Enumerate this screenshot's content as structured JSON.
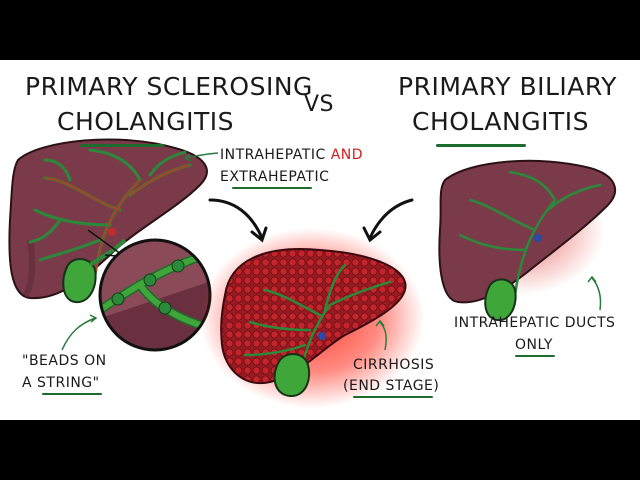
{
  "titles": {
    "left_line1": "PRIMARY SCLEROSING",
    "left_line2": "CHOLANGITIS",
    "vs": "VS",
    "right_line1": "PRIMARY BILIARY",
    "right_line2": "CHOLANGITIS"
  },
  "labels": {
    "intra_prefix": "INTRAHEPATIC ",
    "intra_and": "AND",
    "extrahepatic": "EXTRAHEPATIC",
    "beads_line1": "\"BEADS ON",
    "beads_line2_a": "A ",
    "beads_line2_b": "STRING",
    "beads_line2_c": "\"",
    "cirrhosis_line1": "CIRRHOSIS",
    "cirrhosis_line2_a": "(",
    "cirrhosis_line2_b": "END STAGE",
    "cirrhosis_line2_c": ")",
    "pbc_line1": "INTRAHEPATIC DUCTS",
    "pbc_line2": "ONLY"
  },
  "colors": {
    "liver": "#7a3a4a",
    "liver_dark": "#5e2a38",
    "duct_green": "#2a8a3a",
    "gallbladder": "#3fa63a",
    "inflamed_red": "#e0241c",
    "underline_green": "#1e6b2e",
    "and_red": "#d0201b"
  },
  "icons": {
    "psc_liver": "liver-with-beaded-ducts",
    "magnifier": "magnified-duct-circle",
    "cirrhotic_liver": "cirrhotic-liver-icon",
    "pbc_liver": "liver-with-inflamed-intrahepatic-ducts"
  }
}
